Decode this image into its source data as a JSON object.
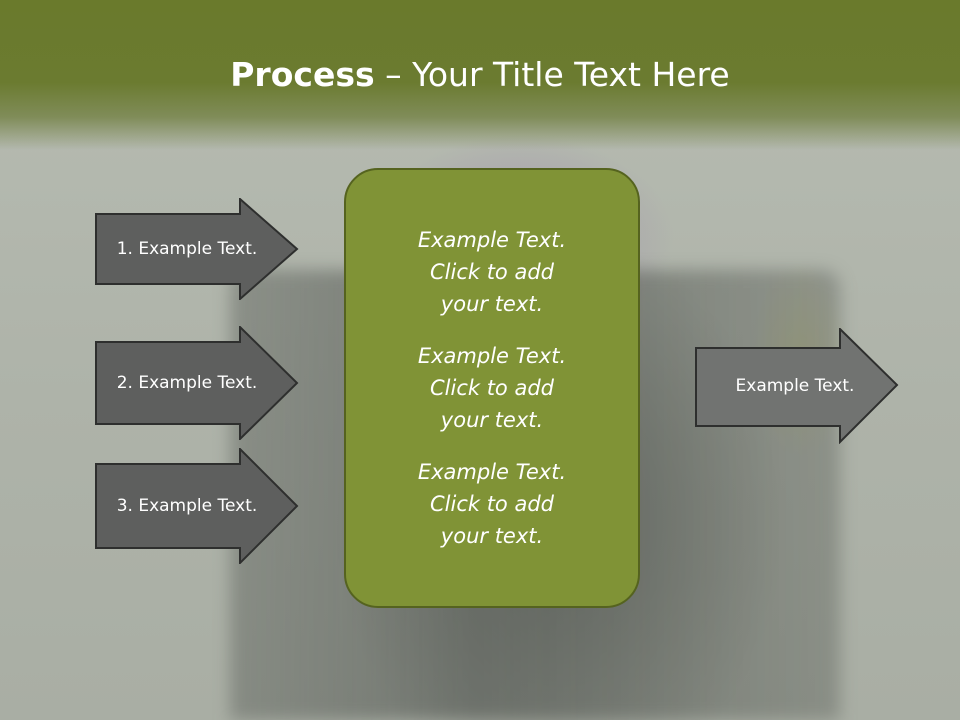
{
  "slide": {
    "title_bold": "Process",
    "title_rest": " – Your Title Text Here"
  },
  "left_arrows": [
    {
      "label": "1. Example Text."
    },
    {
      "label": "2. Example Text."
    },
    {
      "label": "3. Example Text."
    }
  ],
  "center_box": {
    "paragraphs": [
      "Example Text.\nClick  to add\nyour text.",
      "Example Text.\nClick  to add\nyour text.",
      "Example Text.\nClick  to add\nyour text."
    ]
  },
  "right_arrow": {
    "label": "Example Text."
  },
  "colors": {
    "header_green": "#6a7a2c",
    "box_green": "#809336",
    "arrow_fill": "#5e5f5e",
    "arrow_right_fill": "#717371"
  }
}
